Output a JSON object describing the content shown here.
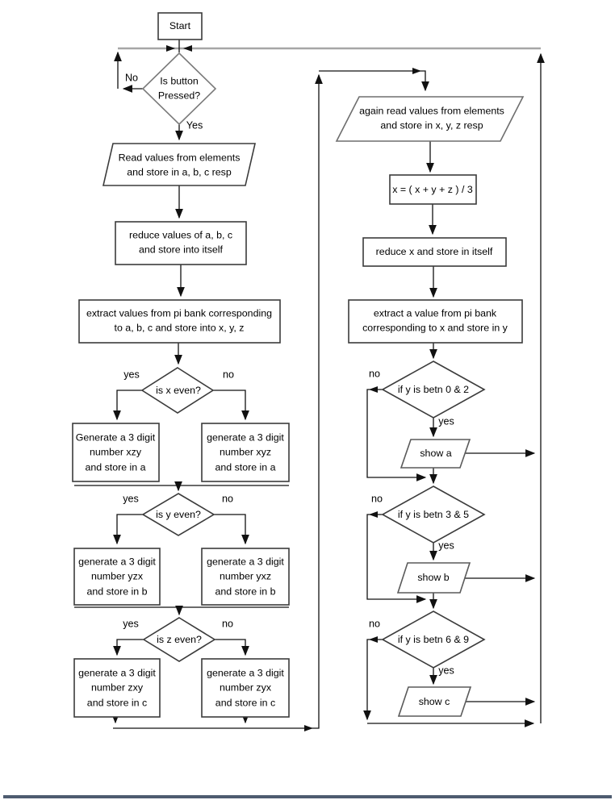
{
  "colors": {
    "connector": "#111111",
    "shape_border": "#3b3b3b",
    "gray_return_line": "#a6a6a6",
    "bottom_bar": "#4e5c70"
  },
  "flowchart": {
    "nodes": {
      "start": "Start",
      "is_button_pressed": "Is button\nPressed?",
      "read_values_abc": "Read values from elements\nand store in a, b, c resp",
      "reduce_abc": "reduce values of a, b, c\nand store into itself",
      "extract_pi_abc": "extract values from pi bank corresponding\nto a, b, c and store into x, y, z",
      "is_x_even": "is x even?",
      "gen_xzy": "Generate a 3 digit\nnumber xzy\nand store in a",
      "gen_xyz": "generate a 3 digit\nnumber xyz\nand store in a",
      "is_y_even": "is y even?",
      "gen_yzx": "generate a 3 digit\nnumber yzx\nand store in b",
      "gen_yxz": "generate a 3 digit\nnumber yxz\nand store in b",
      "is_z_even": "is z even?",
      "gen_zxy": "generate a 3 digit\nnumber zxy\nand store in c",
      "gen_zyx": "generate a 3 digit\nnumber zyx\nand store in c",
      "again_read_xyz": "again read values from elements\nand store in x, y, z resp",
      "avg_formula": "x = ( x + y + z ) / 3",
      "reduce_x": "reduce x and store in itself",
      "extract_pi_x": "extract a value from pi bank\ncorresponding to x and store in y",
      "y_betn_0_2": "if y is betn 0 & 2",
      "show_a": "show a",
      "y_betn_3_5": "if y is betn 3 & 5",
      "show_b": "show b",
      "y_betn_6_9": "if y is betn 6 & 9",
      "show_c": "show c"
    },
    "edge_labels": {
      "no_cap": "No",
      "yes_cap": "Yes",
      "yes": "yes",
      "no": "no"
    }
  }
}
